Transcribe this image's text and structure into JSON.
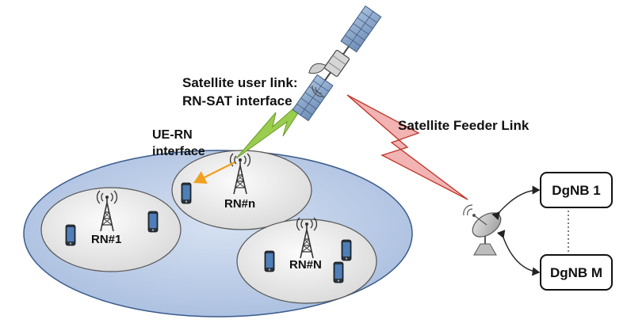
{
  "labels": {
    "user_link_line1": "Satellite user link:",
    "user_link_line2": "RN-SAT interface",
    "feeder_link": "Satellite Feeder Link",
    "ue_rn_line1": "UE-RN",
    "ue_rn_line2": "interface",
    "rn_1": "RN#1",
    "rn_n": "RN#n",
    "rn_N": "RN#N",
    "dgnb_1": "DgNB 1",
    "dgnb_M": "DgNB M"
  },
  "colors": {
    "coverage_fill": "#b9cbe6",
    "coverage_stroke": "#3a5b8c",
    "cell_fill": "#efefef",
    "user_link_bolt": "#9acd4e",
    "feeder_link_bolt": "#f2b3b3",
    "feeder_link_stroke": "#c0392b",
    "ue_rn_arrow": "#f0a020",
    "satellite_panel": "#7f9bc0"
  },
  "icons": [
    "satellite-icon",
    "antenna-tower-icon",
    "phone-icon",
    "dish-antenna-icon",
    "lightning-bolt-icon"
  ]
}
